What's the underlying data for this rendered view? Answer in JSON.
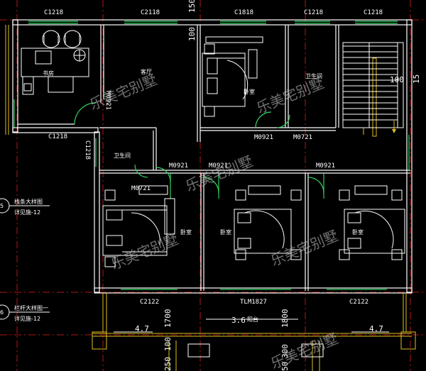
{
  "windows_top": [
    "C1218",
    "C2118",
    "C1818",
    "C1218",
    "C1218"
  ],
  "window_left_lower": "C1218",
  "window_left_vertical": "C1218",
  "doors": {
    "study": "M0921",
    "bed1_top": "M0921",
    "bath_top": "M0721",
    "bath_left": "M0721",
    "bed_a": "M0921",
    "bed_b": "M0921",
    "bed_c": "M0921"
  },
  "bottom_windows": [
    "C2122",
    "TLM1827",
    "C2122"
  ],
  "rooms": {
    "study_label": "书房",
    "living_label": "客厅",
    "bed_label": "卧室",
    "bath_label": "卫生间"
  },
  "dimensions": {
    "top_150": "150",
    "top_100": "100",
    "right_100": "100",
    "right_15": "15",
    "bottom_left_47": "4.7",
    "bottom_right_47": "4.7",
    "bottom_36": "3.6",
    "bottom_1700": "1700",
    "bottom_1800": "1800",
    "bottom_100": "100",
    "bottom_250": "250",
    "bottom_300": "300",
    "bottom_50": "50"
  },
  "balcony_label": "阳台",
  "side_notes": [
    {
      "marker": "5",
      "line1": "栈条大样图",
      "line2": "详见施-12"
    },
    {
      "marker": "6",
      "line1": "栏杆大样图一",
      "line2": "详见施-12"
    }
  ],
  "watermarks": [
    "乐美宅别墅",
    "乐美宅别墅",
    "乐美宅别墅",
    "乐美宅别墅",
    "乐美宅别墅",
    "乐美宅别墅"
  ]
}
